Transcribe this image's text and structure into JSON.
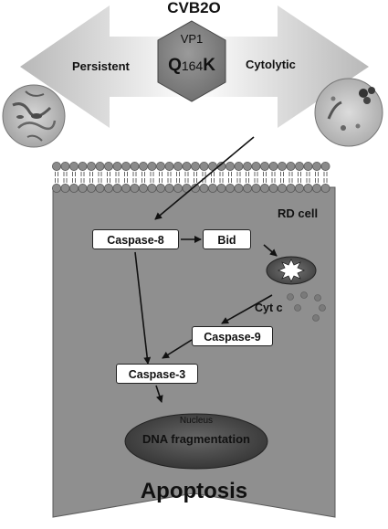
{
  "strain": "CVB2O",
  "hexagon": {
    "top": "VP1",
    "mutation_left": "Q",
    "mutation_pos": "164",
    "mutation_right": "K"
  },
  "arrows": {
    "left": "Persistent",
    "right": "Cytolytic"
  },
  "cell_label": "RD cell",
  "nodes": {
    "caspase8": "Caspase-8",
    "bid": "Bid",
    "cytc": "Cyt c",
    "caspase9": "Caspase-9",
    "caspase3": "Caspase-3"
  },
  "nucleus": {
    "label": "Nucleus",
    "text": "DNA fragmentation"
  },
  "outcome": "Apoptosis",
  "colors": {
    "cell_fill": "#8f8f8f",
    "membrane": "#7a7a7a",
    "nucleus": "#444444",
    "arrow_fill": "#cfcfcf"
  }
}
